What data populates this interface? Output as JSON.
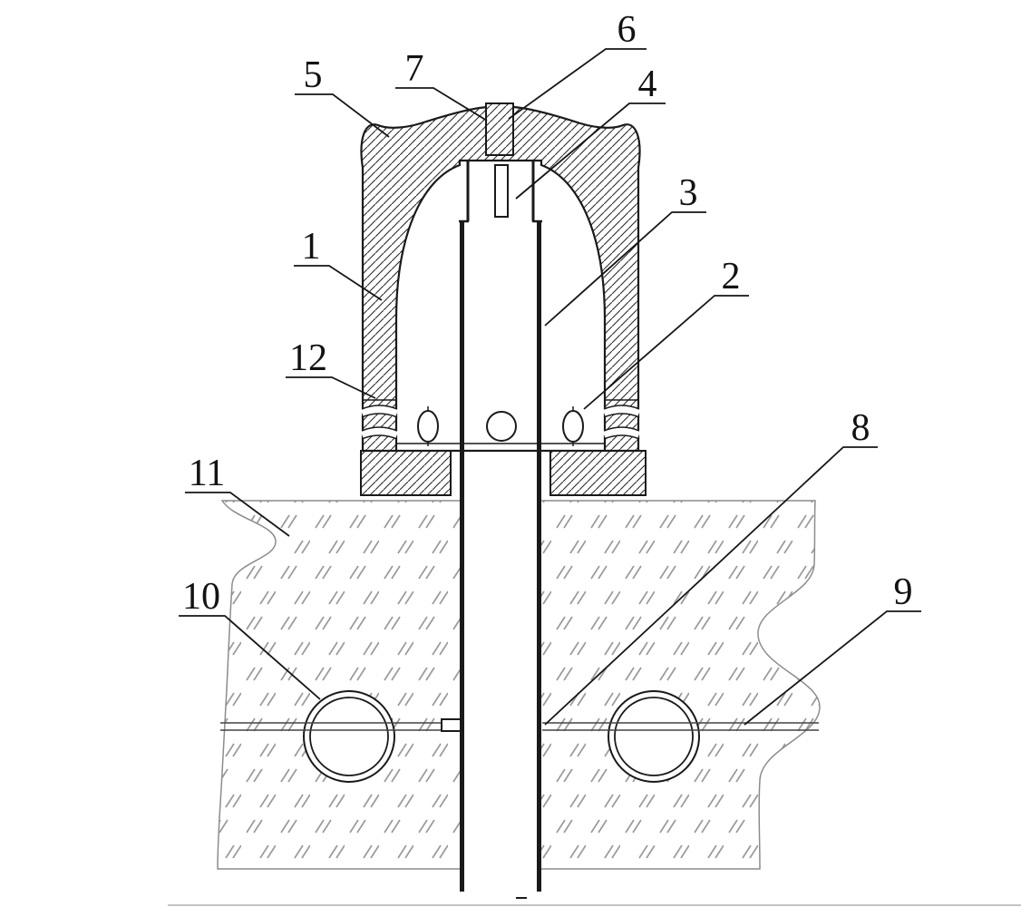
{
  "figure": {
    "kind": "patent cross-section drawing",
    "background": "#ffffff"
  },
  "colors": {
    "line_ink": "#1a1a1a",
    "label_ink": "#121212",
    "material_mark": "#9a9a9a",
    "material_edge": "#8c8c8c",
    "page_edge": "#c4c4c4"
  },
  "reference_labels": [
    "1",
    "2",
    "3",
    "4",
    "5",
    "6",
    "7",
    "8",
    "9",
    "10",
    "11",
    "12"
  ]
}
